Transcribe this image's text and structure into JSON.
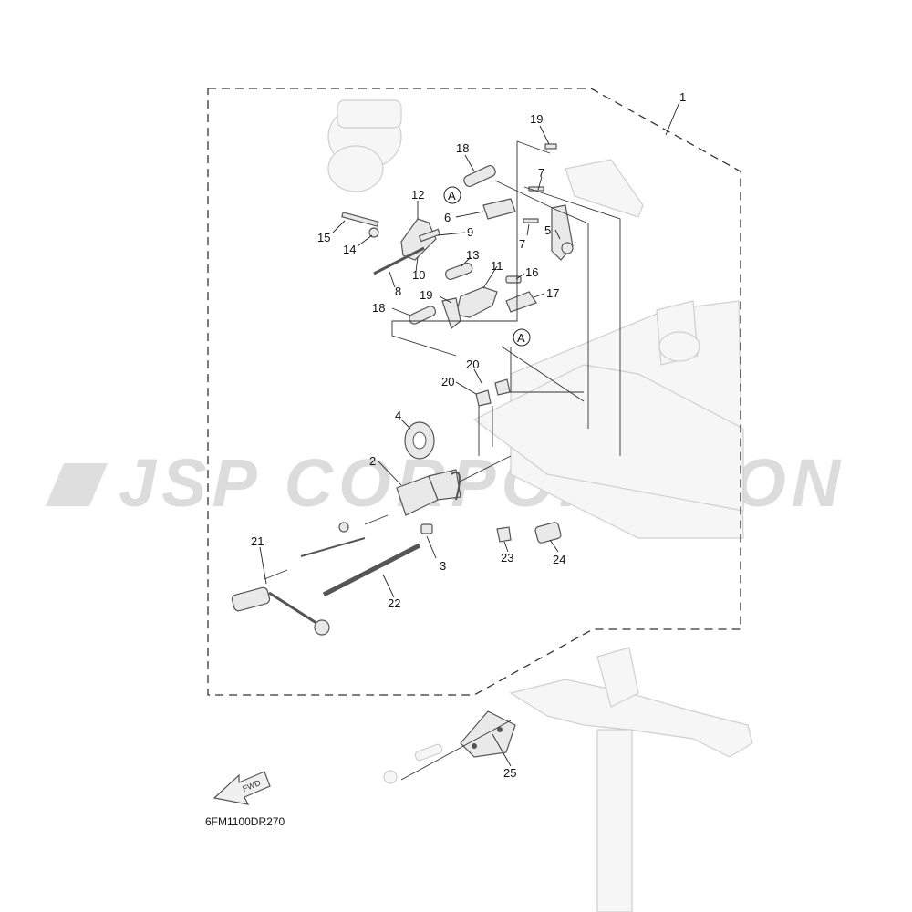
{
  "watermark": "JSP CORPORATION",
  "diagram_code": "6FM1100DR270",
  "fwd_label": "FWD",
  "ref_marker": "A",
  "callouts": {
    "c1": "1",
    "c2": "2",
    "c3": "3",
    "c4": "4",
    "c5": "5",
    "c6": "6",
    "c7a": "7",
    "c7b": "7",
    "c8": "8",
    "c9": "9",
    "c10": "10",
    "c11": "11",
    "c12": "12",
    "c13": "13",
    "c14": "14",
    "c15": "15",
    "c16": "16",
    "c17": "17",
    "c18a": "18",
    "c18b": "18",
    "c19a": "19",
    "c19b": "19",
    "c20a": "20",
    "c20b": "20",
    "c21": "21",
    "c22": "22",
    "c23": "23",
    "c24": "24",
    "c25": "25"
  }
}
